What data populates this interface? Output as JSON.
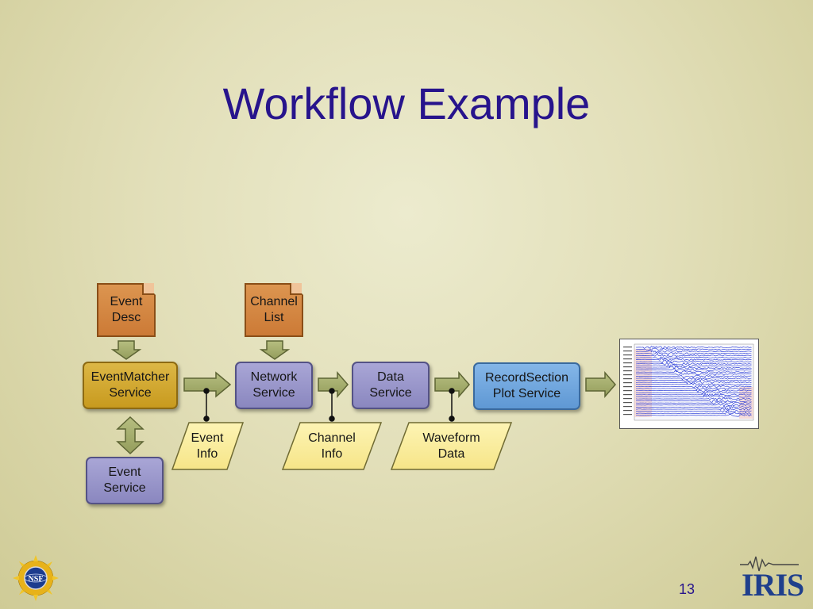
{
  "slide": {
    "title": "Workflow Example",
    "page_number": "13"
  },
  "docs": {
    "event_desc": "Event\nDesc",
    "channel_list": "Channel\nList"
  },
  "services": {
    "eventmatcher": "EventMatcher\nService",
    "network": "Network\nService",
    "data": "Data\nService",
    "recordsection": "RecordSection\nPlot Service",
    "event": "Event\nService"
  },
  "outputs": {
    "event_info": "Event\nInfo",
    "channel_info": "Channel\nInfo",
    "waveform_data": "Waveform\nData"
  },
  "logos": {
    "left": "NSF",
    "right": "IRIS"
  },
  "colors": {
    "title": "#27148c",
    "service_gold": "#d4ab33",
    "service_purple": "#9c99cc",
    "service_blue": "#72a7de",
    "doc_orange": "#d4873f",
    "output_yellow": "#fbef9e",
    "arrow": "#a5ae6c"
  }
}
